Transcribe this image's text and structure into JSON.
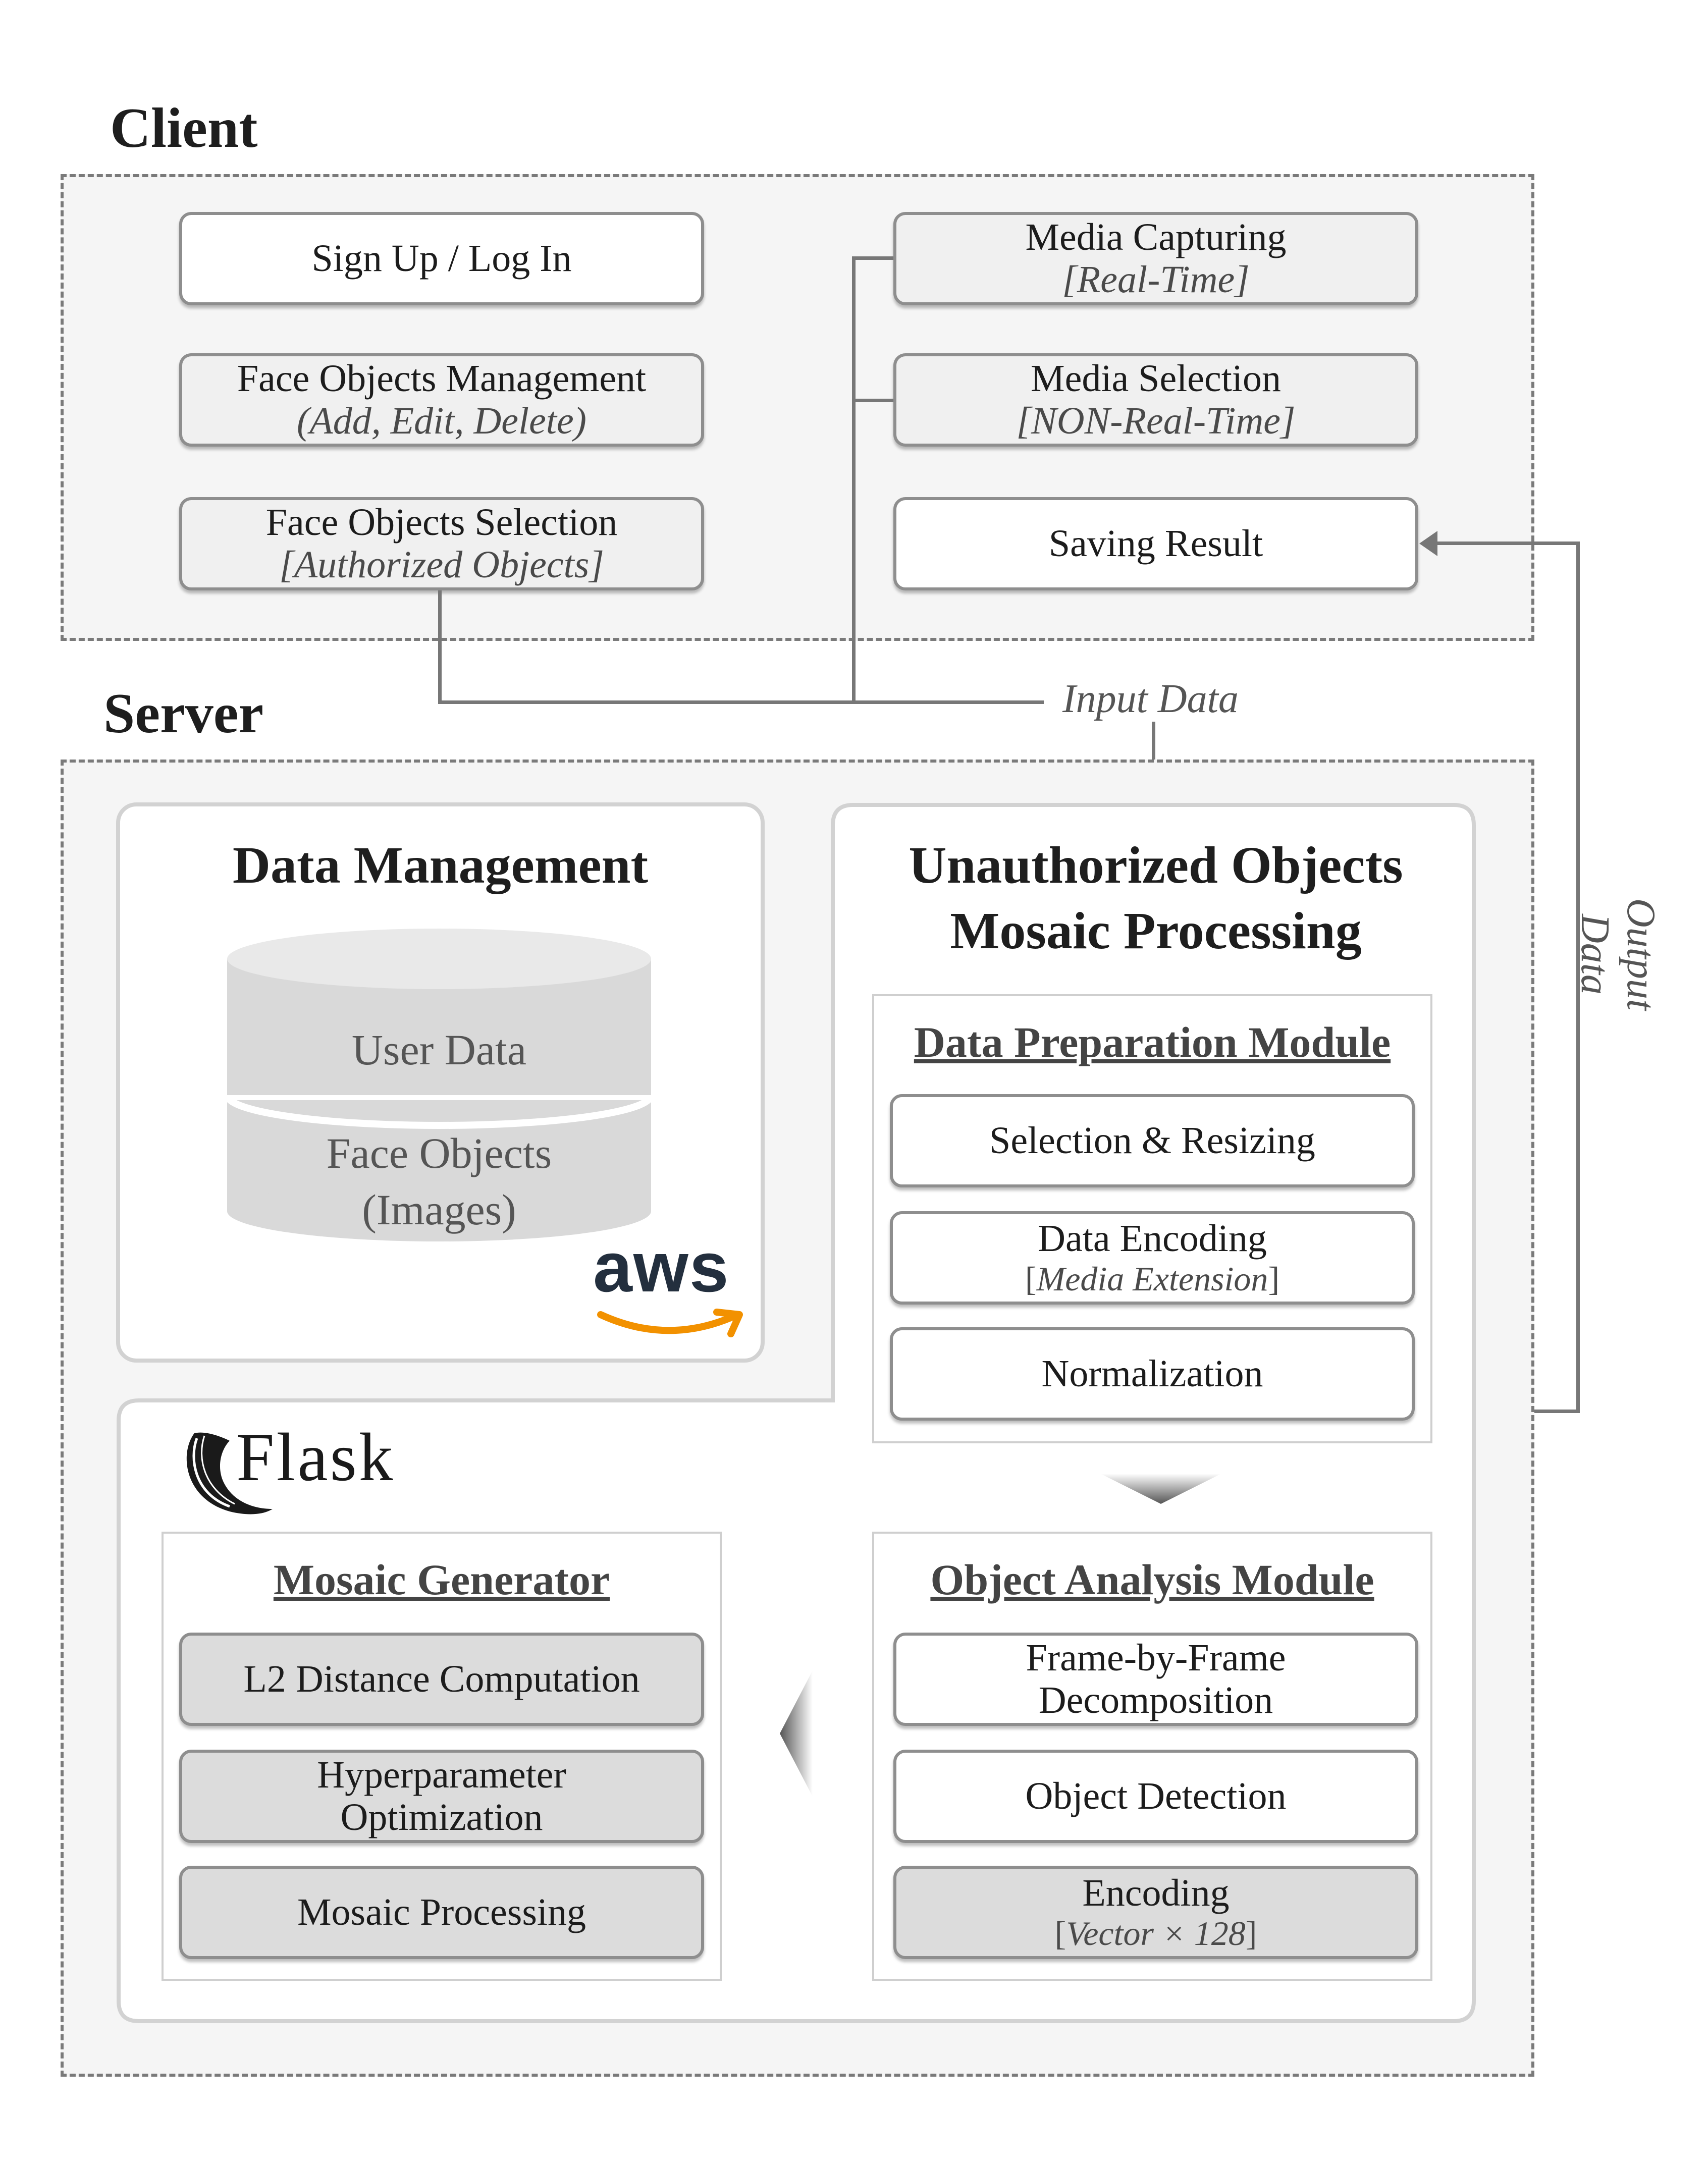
{
  "client": {
    "title": "Client",
    "sign_up": "Sign Up / Log In",
    "face_mgmt": {
      "label": "Face Objects Management",
      "sub": "(Add, Edit, Delete)"
    },
    "face_select": {
      "label": "Face Objects Selection",
      "sub": "[Authorized Objects]"
    },
    "media_capture": {
      "label": "Media Capturing",
      "sub": "[Real-Time]"
    },
    "media_select": {
      "label": "Media Selection",
      "sub": "[NON-Real-Time]"
    },
    "saving": "Saving Result"
  },
  "flows": {
    "input": "Input Data",
    "output": "Output Data"
  },
  "server": {
    "title": "Server",
    "data_mgmt": {
      "title": "Data Management",
      "db_top": "User Data",
      "db_bottom": "Face Objects\n(Images)",
      "aws": "aws"
    },
    "uomp": {
      "title_line1": "Unauthorized Objects",
      "title_line2": "Mosaic Processing",
      "prep": {
        "title": "Data Preparation Module",
        "items": [
          "Selection & Resizing",
          "Data Encoding",
          "Normalization"
        ],
        "encoding_bracket_open": "[",
        "encoding_sub": "Media Extension",
        "encoding_bracket_close": "]"
      },
      "analysis": {
        "title": "Object Analysis Module",
        "items": [
          "Frame-by-Frame\nDecomposition",
          "Object Detection",
          "Encoding"
        ],
        "encoding_bracket_open": "[",
        "encoding_sub": "Vector × 128",
        "encoding_bracket_close": "]"
      }
    },
    "flask": {
      "label": "Flask",
      "mosaic": {
        "title": "Mosaic Generator",
        "items": [
          "L2 Distance Computation",
          "Hyperparameter\nOptimization",
          "Mosaic Processing"
        ]
      }
    }
  }
}
